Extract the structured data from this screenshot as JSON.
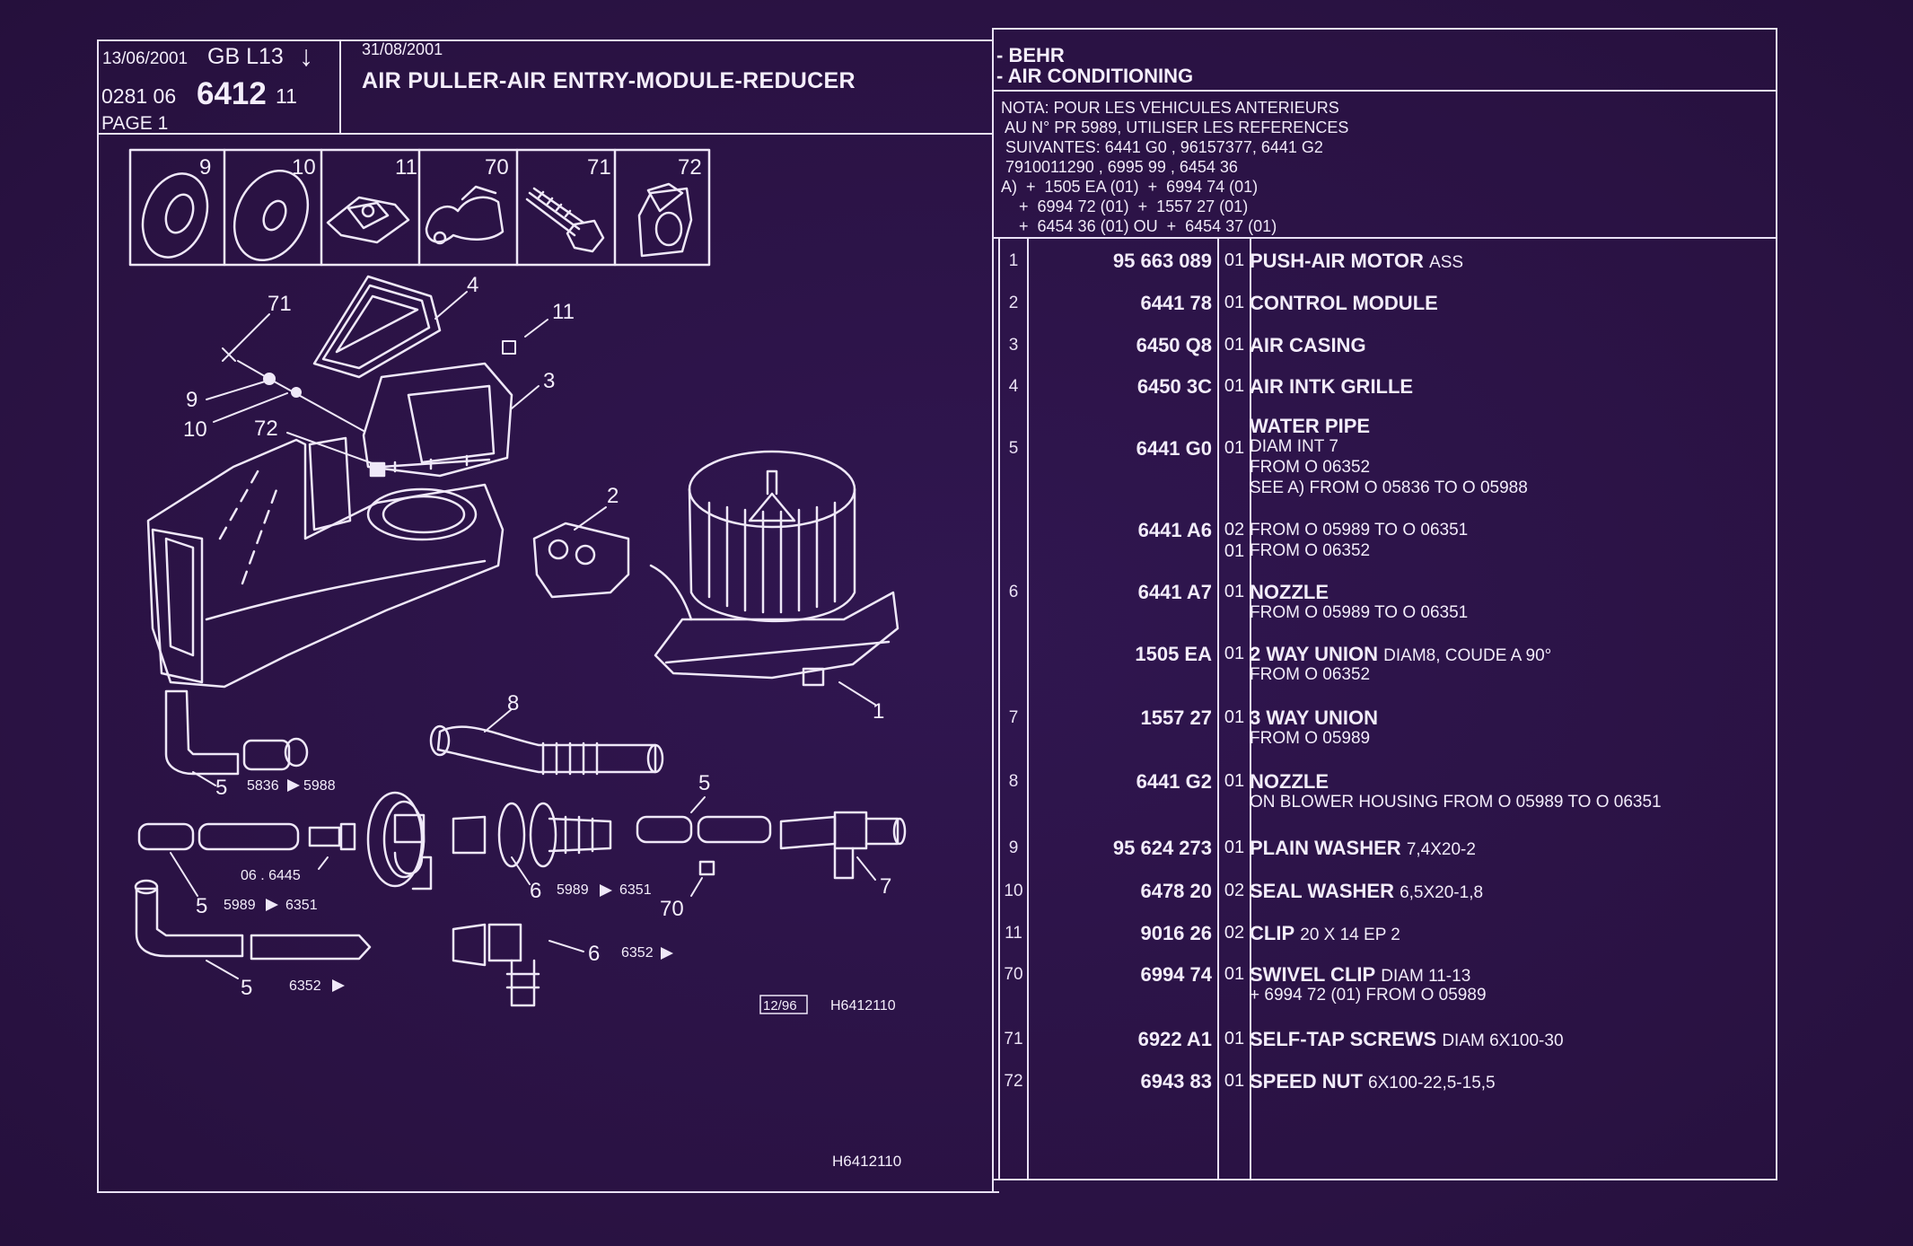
{
  "header": {
    "print_date": "13/06/2001",
    "language": "GB  L13",
    "arrow_glyph": "↓",
    "ref_prefix": "0281  06",
    "ref_main": "6412",
    "ref_suffix": "11",
    "page_label": "PAGE  1",
    "edition_date": "31/08/2001",
    "title": "AIR PULLER-AIR ENTRY-MODULE-REDUCER"
  },
  "right_header": {
    "supplier": "- BEHR",
    "system": "- AIR CONDITIONING"
  },
  "nota": [
    "NOTA: POUR LES VEHICULES ANTERIEURS",
    " AU N° PR 5989, UTILISER LES REFERENCES",
    " SUIVANTES: 6441 G0 , 96157377, 6441 G2",
    " 7910011290 , 6995 99 , 6454 36",
    "A)  +  1505 EA (01)  +  6994 74 (01)",
    "    +  6994 72 (01)  +  1557 27 (01)",
    "    +  6454 36 (01) OU  +  6454 37 (01)"
  ],
  "parts": [
    {
      "idx": "1",
      "pn": "95 663 089",
      "qty": "01",
      "name": "PUSH-AIR MOTOR",
      "spec": "ASS",
      "notes": []
    },
    {
      "idx": "2",
      "pn": "6441 78",
      "qty": "01",
      "name": "CONTROL MODULE",
      "spec": "",
      "notes": []
    },
    {
      "idx": "3",
      "pn": "6450 Q8",
      "qty": "01",
      "name": "AIR CASING",
      "spec": "",
      "notes": []
    },
    {
      "idx": "4",
      "pn": "6450 3C",
      "qty": "01",
      "name": "AIR INTK GRILLE",
      "spec": "",
      "notes": []
    },
    {
      "idx": "5",
      "pn": "6441 G0",
      "qty": "01",
      "name": "WATER PIPE",
      "spec": "",
      "notes": [
        "DIAM INT 7",
        "FROM  O  06352",
        "SEE A)  FROM  O  05836  TO  O  05988"
      ]
    },
    {
      "idx": "",
      "pn": "6441 A6",
      "qty": "02",
      "name": "",
      "spec": "",
      "notes": [
        "FROM  O  05989  TO  O  06351"
      ],
      "extra": {
        "qty": "01",
        "note": "FROM  O  06352"
      }
    },
    {
      "idx": "6",
      "pn": "6441 A7",
      "qty": "01",
      "name": "NOZZLE",
      "spec": "",
      "notes": [
        "FROM  O  05989  TO  O  06351"
      ]
    },
    {
      "idx": "",
      "pn": "1505 EA",
      "qty": "01",
      "name": "2 WAY UNION",
      "spec": "DIAM8, COUDE A 90°",
      "notes": [
        "FROM  O  06352"
      ]
    },
    {
      "idx": "7",
      "pn": "1557 27",
      "qty": "01",
      "name": "3 WAY UNION",
      "spec": "",
      "notes": [
        "FROM  O  05989"
      ]
    },
    {
      "idx": "8",
      "pn": "6441 G2",
      "qty": "01",
      "name": "NOZZLE",
      "spec": "",
      "notes": [
        "ON BLOWER HOUSING FROM  O  05989  TO  O  06351"
      ]
    },
    {
      "idx": "9",
      "pn": "95 624 273",
      "qty": "01",
      "name": "PLAIN WASHER",
      "spec": "7,4X20-2",
      "notes": []
    },
    {
      "idx": "10",
      "pn": "6478 20",
      "qty": "02",
      "name": "SEAL WASHER",
      "spec": "6,5X20-1,8",
      "notes": []
    },
    {
      "idx": "11",
      "pn": "9016 26",
      "qty": "02",
      "name": "CLIP",
      "spec": "20 X 14 EP 2",
      "notes": []
    },
    {
      "idx": "70",
      "pn": "6994 74",
      "qty": "01",
      "name": "SWIVEL CLIP",
      "spec": "DIAM 11-13",
      "notes": [
        "  +  6994 72 (01)  FROM  O  05989"
      ]
    },
    {
      "idx": "71",
      "pn": "6922 A1",
      "qty": "01",
      "name": "SELF-TAP SCREWS",
      "spec": "DIAM 6X100-30",
      "notes": []
    },
    {
      "idx": "72",
      "pn": "6943 83",
      "qty": "01",
      "name": "SPEED NUT",
      "spec": "6X100-22,5-15,5",
      "notes": []
    }
  ],
  "drawing": {
    "thumbnails": [
      "9",
      "10",
      "11",
      "70",
      "71",
      "72"
    ],
    "thumbnail_icons": [
      "plain-washer-icon",
      "seal-washer-icon",
      "clip-icon",
      "swivel-clip-icon",
      "screw-icon",
      "speed-nut-icon"
    ],
    "callouts": {
      "c71": "71",
      "c4": "4",
      "c11": "11",
      "c9": "9",
      "c3": "3",
      "c10": "10",
      "c72": "72",
      "c2": "2",
      "c1": "1",
      "c8": "8",
      "c5a": "5",
      "c5b": "5",
      "c5c": "5",
      "c5d": "5",
      "c6a": "6",
      "c6b": "6",
      "c7": "7",
      "c70": "70"
    },
    "ranges": {
      "r5a_from": "5836",
      "r5a_to": "5988",
      "r5b_from": "5989",
      "r5b_to": "6351",
      "r5c_from": "6352",
      "r6a_from": "5989",
      "r6a_to": "6351",
      "r6b_from": "6352",
      "conn_label": "06 . 6445"
    },
    "edition_box": "12/96",
    "drawing_ref": "H6412110",
    "drawing_ref_bottom": "H6412110"
  },
  "colors": {
    "background": "#2d1448",
    "ink": "#f2ecfa"
  }
}
